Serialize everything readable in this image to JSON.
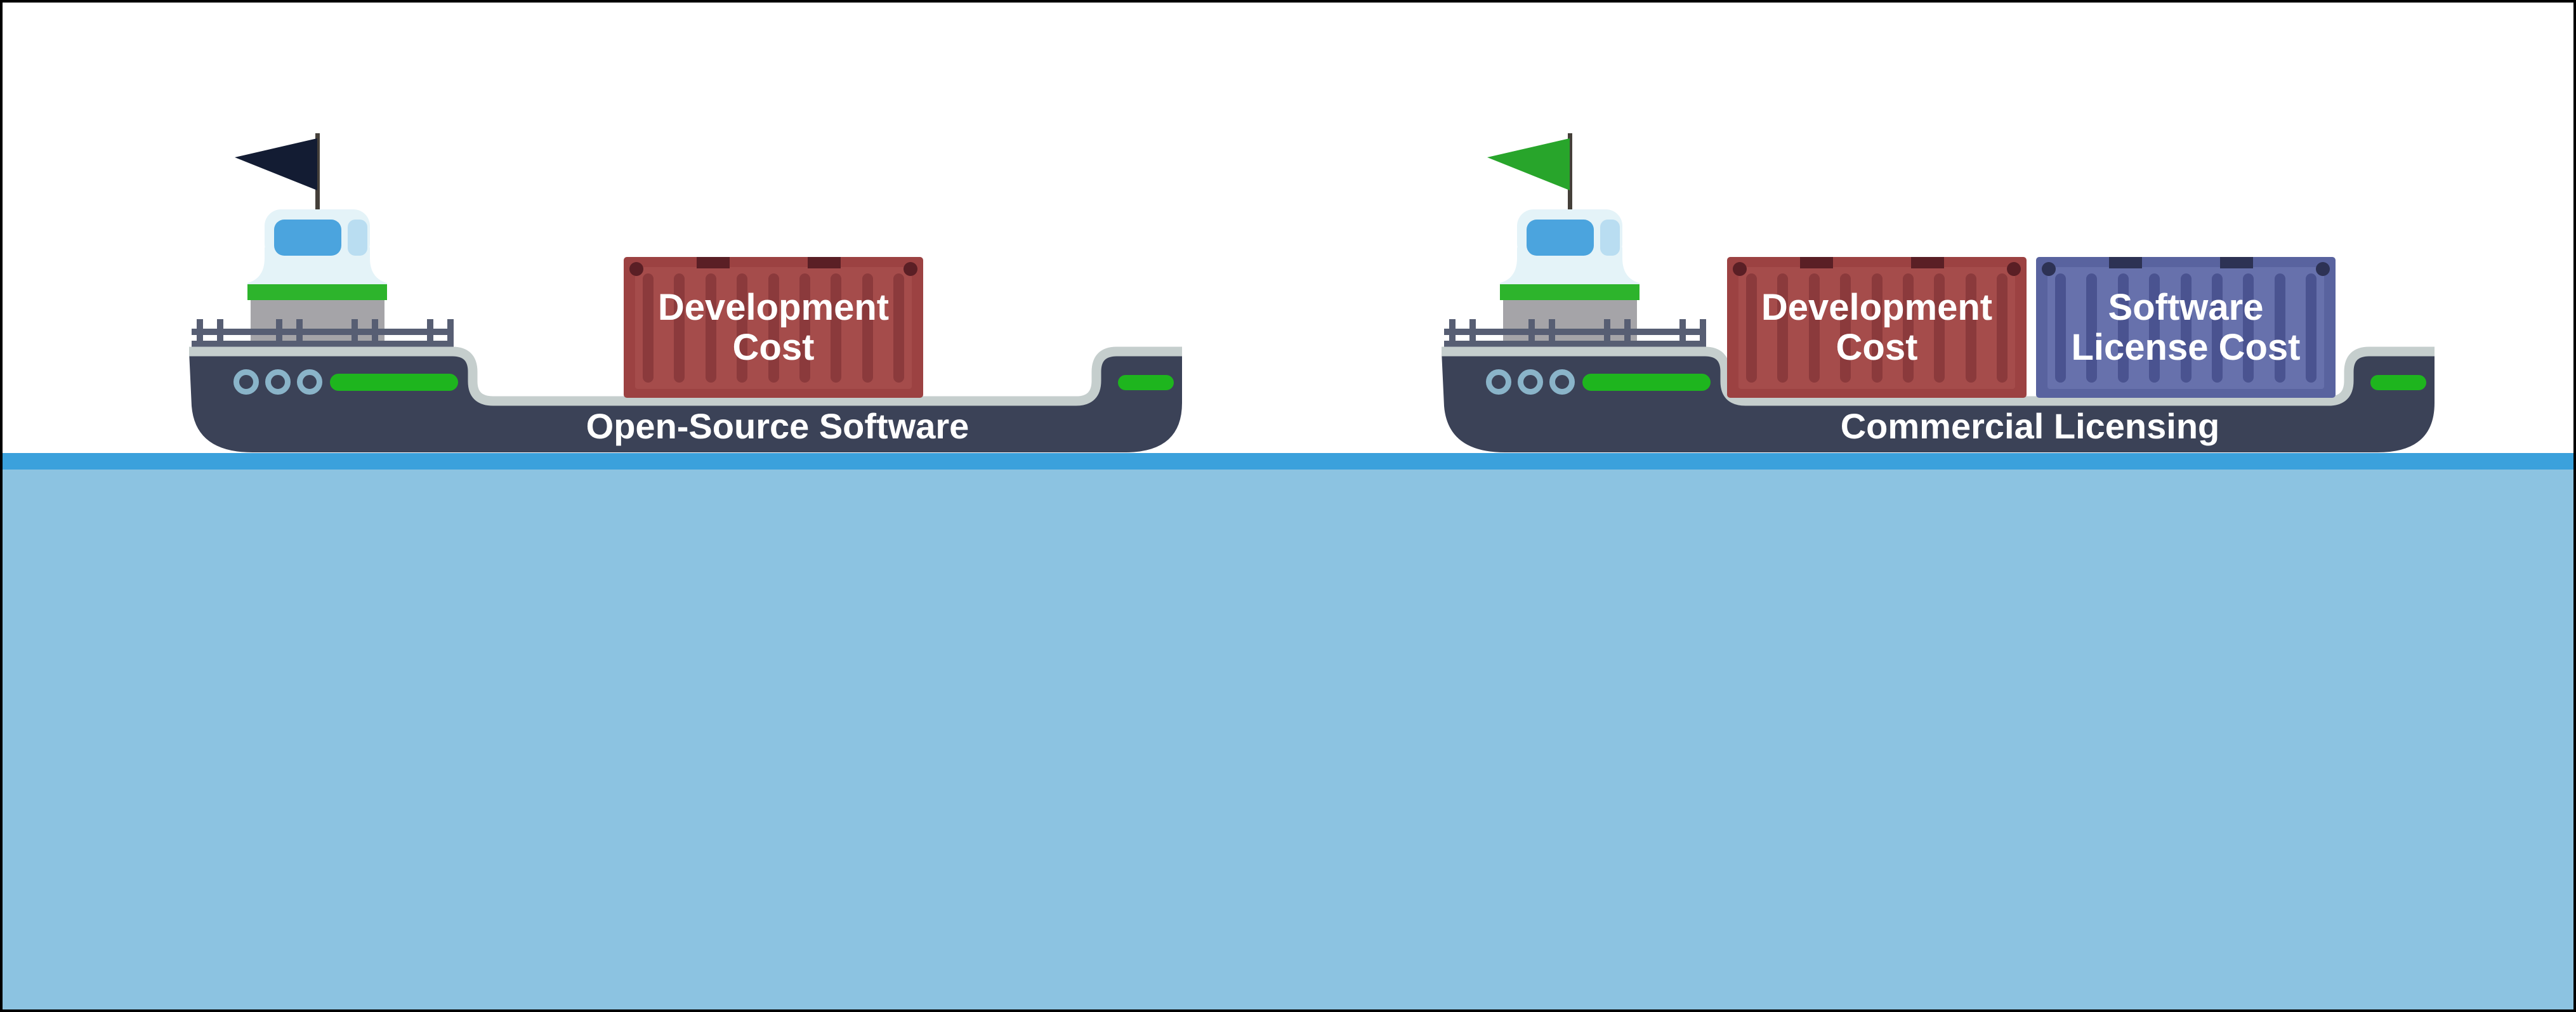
{
  "title": "Open-Source Software vs Commercial Licensing cargo ships",
  "colors": {
    "water_band": "#3ba1dc",
    "water_body": "#8cc3e1",
    "hull": "#3b4257",
    "deck": "#c5cecd",
    "railing": "#575e73",
    "tower": "#a5a4a8",
    "stripe_green": "#2db42c",
    "pill_green": "#1eb51e",
    "cabin": "#e4f3f8",
    "window_main": "#4ba4de",
    "window_side": "#b9ddf1",
    "porthole": "#8ab4c9",
    "pole": "#45403a",
    "label_text": "#ffffff",
    "red_frame": "#9c4242",
    "red_panel": "#a54c4b",
    "red_ridge": "#8b3a3c",
    "red_dark": "#5a1f25",
    "blue_frame": "#59639f",
    "blue_panel": "#6771ac",
    "blue_ridge": "#4a5390",
    "blue_dark": "#2d3254"
  },
  "ships": [
    {
      "name": "Open-Source Software",
      "flag_color": "#131c33",
      "containers": [
        {
          "theme": "red",
          "label_lines": [
            "Development",
            "Cost"
          ]
        }
      ]
    },
    {
      "name": "Commercial Licensing",
      "flag_color": "#28a52b",
      "containers": [
        {
          "theme": "red",
          "label_lines": [
            "Development",
            "Cost"
          ]
        },
        {
          "theme": "blue",
          "label_lines": [
            "Software",
            "License Cost"
          ]
        }
      ]
    }
  ]
}
